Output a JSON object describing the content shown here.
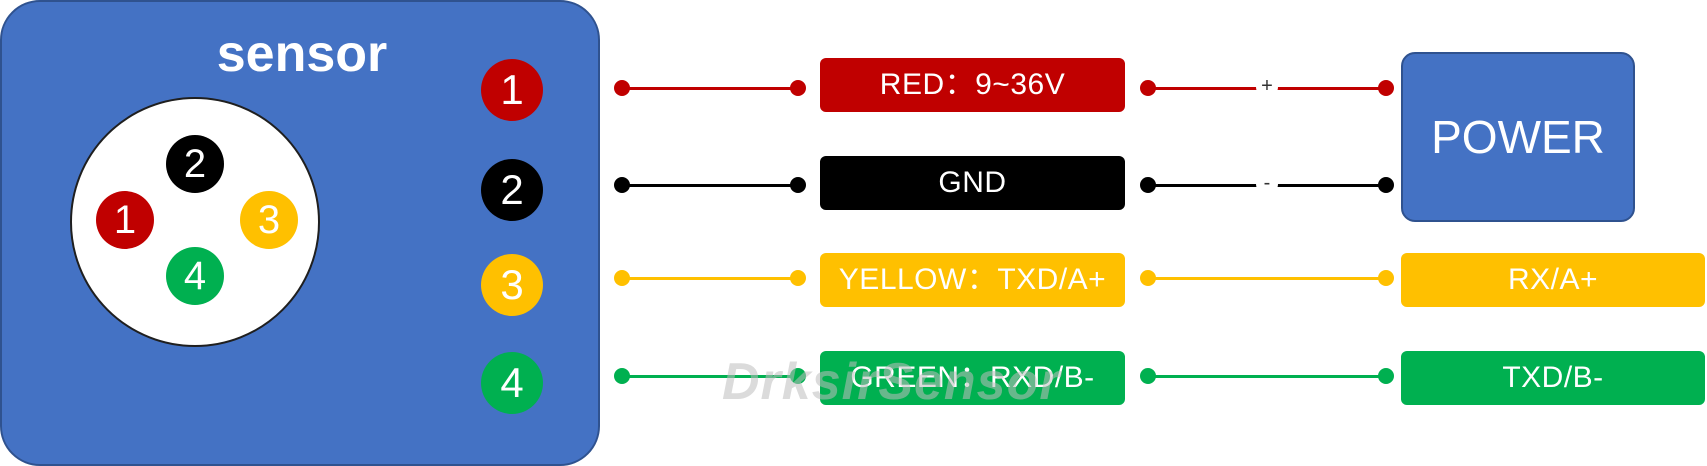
{
  "sensor": {
    "title": "sensor"
  },
  "connector_pins": [
    {
      "number": "2",
      "color": "#000000"
    },
    {
      "number": "1",
      "color": "#c00000"
    },
    {
      "number": "3",
      "color": "#ffc000"
    },
    {
      "number": "4",
      "color": "#00b050"
    }
  ],
  "wires": [
    {
      "pin": "1",
      "color": "#c00000",
      "label": "RED：9~36V",
      "sign": "+"
    },
    {
      "pin": "2",
      "color": "#000000",
      "label": "GND",
      "sign": "-"
    },
    {
      "pin": "3",
      "color": "#ffc000",
      "label": "YELLOW：TXD/A+",
      "target": "RX/A+"
    },
    {
      "pin": "4",
      "color": "#00b050",
      "label": "GREEN：RXD/B-",
      "target": "TXD/B-"
    }
  ],
  "power": {
    "label": "POWER"
  },
  "watermark": "DrksirSensor"
}
